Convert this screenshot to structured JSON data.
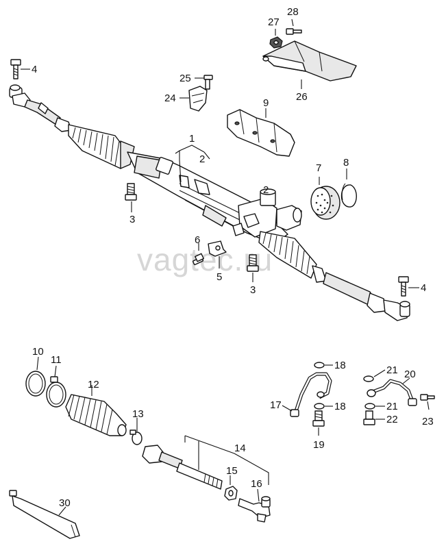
{
  "watermark": "vagtec.ru",
  "callouts": {
    "c1": "1",
    "c2a": "2",
    "c2b": "2",
    "c3a": "3",
    "c3b": "3",
    "c4a": "4",
    "c4b": "4",
    "c5": "5",
    "c6": "6",
    "c7": "7",
    "c8": "8",
    "c9": "9",
    "c10": "10",
    "c11": "11",
    "c12": "12",
    "c13": "13",
    "c14": "14",
    "c15": "15",
    "c16": "16",
    "c17": "17",
    "c18a": "18",
    "c18b": "18",
    "c19": "19",
    "c20": "20",
    "c21a": "21",
    "c21b": "21",
    "c22": "22",
    "c23": "23",
    "c24": "24",
    "c25": "25",
    "c26": "26",
    "c27": "27",
    "c28": "28",
    "c30": "30"
  }
}
